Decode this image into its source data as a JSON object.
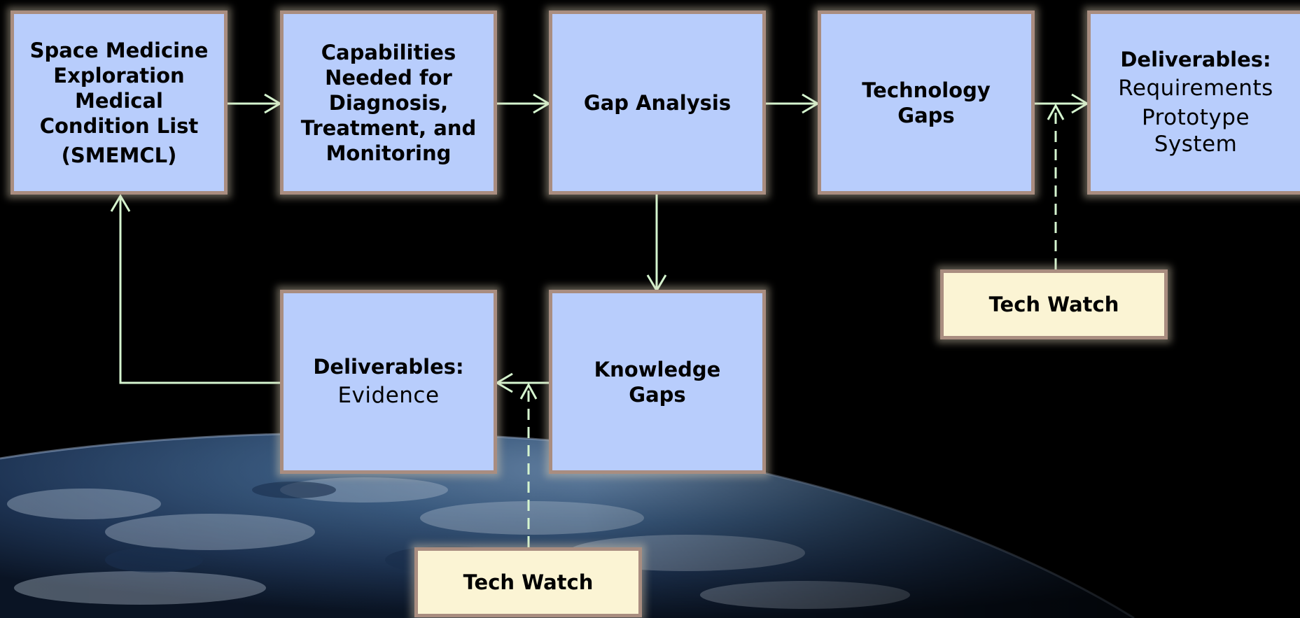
{
  "diagram": {
    "boxes": {
      "smemcl": {
        "lines": [
          "Space Medicine",
          "Exploration",
          "Medical",
          "Condition List",
          "(SMEMCL)"
        ]
      },
      "capabilities": {
        "lines": [
          "Capabilities",
          "Needed for",
          "Diagnosis,",
          "Treatment, and",
          "Monitoring"
        ]
      },
      "gap_analysis": {
        "label": "Gap Analysis"
      },
      "technology_gaps": {
        "lines": [
          "Technology",
          "Gaps"
        ]
      },
      "deliverables_right": {
        "heading": "Deliverables:",
        "items": [
          "Requirements",
          "Prototype",
          "System"
        ]
      },
      "knowledge_gaps": {
        "lines": [
          "Knowledge",
          "Gaps"
        ]
      },
      "deliverables_left": {
        "heading": "Deliverables:",
        "items": [
          "Evidence"
        ]
      },
      "tech_watch_right": {
        "label": "Tech Watch"
      },
      "tech_watch_bottom": {
        "label": "Tech Watch"
      }
    },
    "colors": {
      "box_fill": "#b8cdfc",
      "box_border": "#a98d80",
      "watch_fill": "#fbf4d4",
      "arrow": "#d5f5cf",
      "background": "#000000"
    }
  }
}
